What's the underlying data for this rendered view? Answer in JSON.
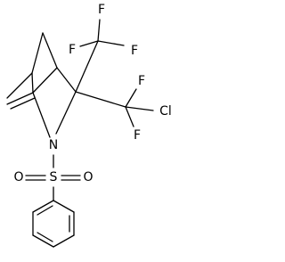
{
  "structure": {
    "atoms": {
      "F1": "F",
      "F2": "F",
      "F3": "F",
      "F4": "F",
      "F5": "F",
      "Cl": "Cl",
      "N": "N",
      "S": "S",
      "O1": "O",
      "O2": "O"
    },
    "colors": {
      "bond": "#000000",
      "label": "#000000",
      "background": "#ffffff"
    }
  }
}
